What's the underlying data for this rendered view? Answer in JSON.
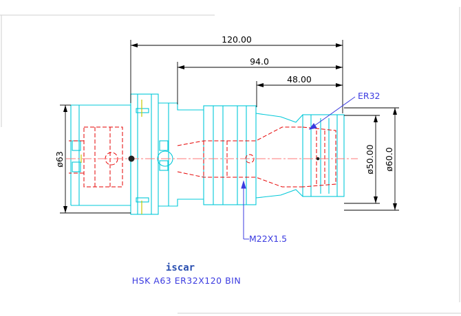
{
  "drawing": {
    "dimensions": {
      "overall_length": "120.00",
      "mid_length": "94.0",
      "collet_length": "48.00",
      "flange_diameter": "ø63",
      "nose_diameter_outer": "ø60.0",
      "nose_diameter_inner": "ø50.00"
    },
    "callouts": {
      "collet_type": "ER32",
      "thread": "M22X1.5"
    },
    "brand": "iscar",
    "part_name": "HSK A63 ER32X120 BIN"
  },
  "colors": {
    "background": "#ffffff",
    "outline": "#00c8d8",
    "hidden_lines": "#e60000",
    "centerline": "#ff7777",
    "dimension": "#000000",
    "callout": "#3a3ae0",
    "accent": "#c8c800",
    "logo": "#2a4fb0"
  }
}
